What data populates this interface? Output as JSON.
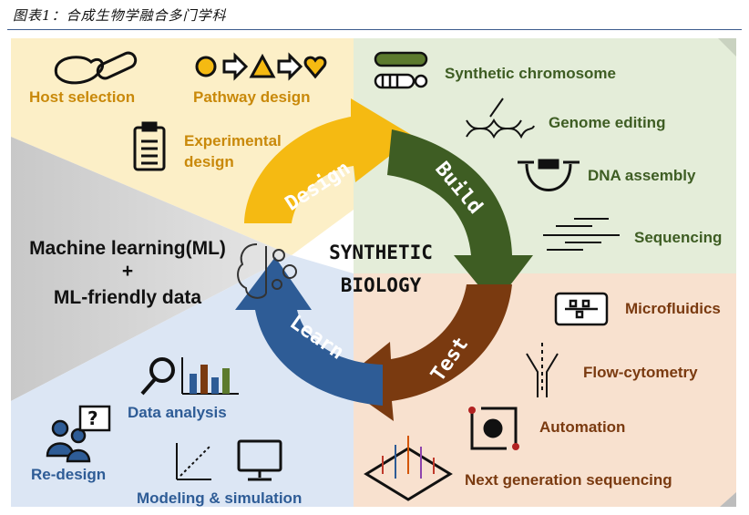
{
  "figure_title": "图表1：合成生物学融合多门学科",
  "center": {
    "line1": "SYNTHETIC",
    "line2": "BIOLOGY"
  },
  "ml": {
    "line1": "Machine learning(ML)",
    "line2": "+",
    "line3": "ML-friendly data"
  },
  "cycle": {
    "design": "Design",
    "build": "Build",
    "test": "Test",
    "learn": "Learn"
  },
  "design_items": {
    "host": "Host selection",
    "pathway": "Pathway design",
    "exp1": "Experimental",
    "exp2": "design"
  },
  "build_items": {
    "chromosome": "Synthetic chromosome",
    "editing": "Genome editing",
    "assembly": "DNA assembly",
    "sequencing": "Sequencing"
  },
  "test_items": {
    "microfluidics": "Microfluidics",
    "flow": "Flow-cytometry",
    "automation": "Automation",
    "ngs": "Next generation sequencing"
  },
  "learn_items": {
    "analysis": "Data analysis",
    "redesign": "Re-design",
    "modeling": "Modeling & simulation"
  },
  "colors": {
    "design": "#F5BA12",
    "build": "#3E5D23",
    "test": "#7A3A10",
    "learn": "#2E5C96",
    "design_bg": "#FCEFC7",
    "build_bg": "#E4EDD9",
    "test_bg": "#F8E1CF",
    "learn_bg": "#DCE6F4",
    "ml_bg": "#D5D5D5"
  }
}
